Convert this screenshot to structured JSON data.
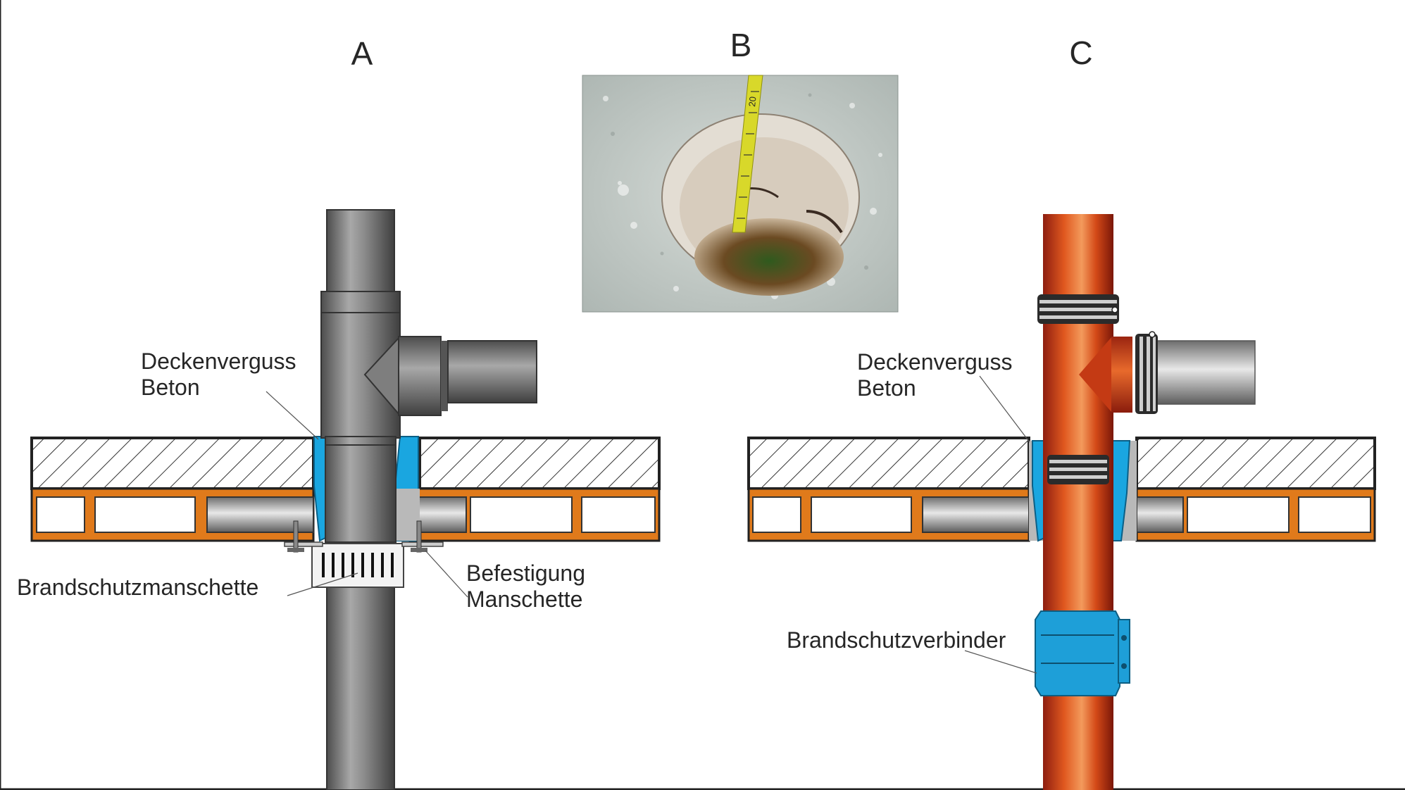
{
  "panels": {
    "a": {
      "title": "A",
      "label_ceiling_line1": "Deckenverguss",
      "label_ceiling_line2": "Beton",
      "label_collar": "Brandschutzmanschette",
      "label_fixing_line1": "Befestigung",
      "label_fixing_line2": "Manschette"
    },
    "b": {
      "title": "B",
      "photo_scale_number": "20"
    },
    "c": {
      "title": "C",
      "label_ceiling_line1": "Deckenverguss",
      "label_ceiling_line2": "Beton",
      "label_connector": "Brandschutzverbinder"
    }
  },
  "colors": {
    "concrete_hatch": "#333333",
    "floor_layer_orange": "#e07a1b",
    "grout_blue": "#1aa6e0",
    "pipe_gray": "#7a7a7a",
    "pipe_cast_iron": "#c9441c",
    "connector_blue": "#1e9fd8",
    "measuring_tape": "#d8d82a"
  }
}
